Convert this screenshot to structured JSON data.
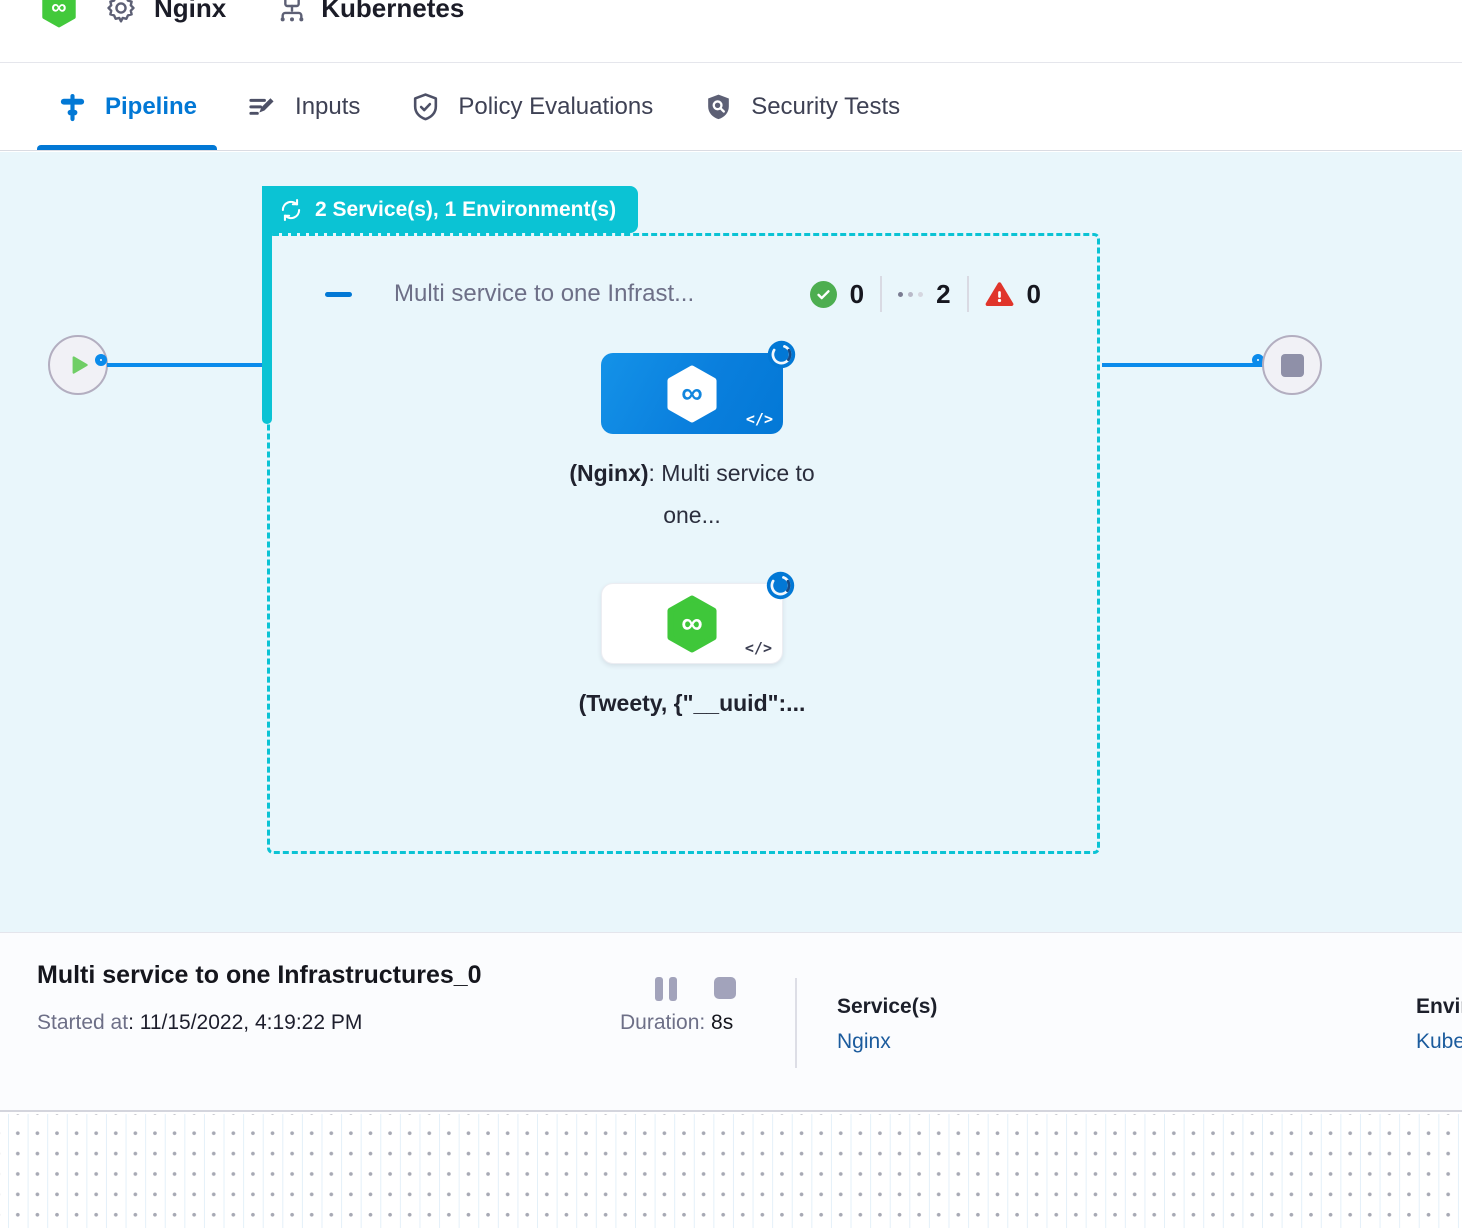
{
  "topbar": {
    "pipeline_name": "Nginx",
    "env_name": "Kubernetes"
  },
  "tabs": [
    {
      "label": "Pipeline",
      "active": true
    },
    {
      "label": "Inputs",
      "active": false
    },
    {
      "label": "Policy Evaluations",
      "active": false
    },
    {
      "label": "Security Tests",
      "active": false
    }
  ],
  "stage": {
    "badge_label": "2 Service(s), 1 Environment(s)",
    "name": "Multi service to one Infrast...",
    "counts": {
      "success": "0",
      "running": "2",
      "failed": "0"
    },
    "nodes": [
      {
        "bold": "(Nginx)",
        "rest": ": Multi service to one...",
        "code_glyph": "</>"
      },
      {
        "bold": "(Tweety, {\"__uuid\":...",
        "rest": "",
        "code_glyph": "</>"
      }
    ]
  },
  "footer": {
    "title": "Multi service to one Infrastructures_0",
    "started_label": "Started at",
    "started_value": ": 11/15/2022, 4:19:22 PM",
    "duration_label": "Duration: ",
    "duration_value": "8s",
    "services_label": "Service(s)",
    "services_value": "Nginx",
    "environment_label": "Environment(s)",
    "environment_value": "Kubernetes"
  },
  "colors": {
    "primary_blue": "#0278d5",
    "edge_blue": "#0b8beb",
    "stage_teal": "#0bc3d4",
    "success_green": "#4dae50",
    "failed_red": "#e0352b",
    "brand_green": "#42c93b",
    "graph_bg": "#e9f6fb",
    "link_blue": "#1b5b9d"
  }
}
